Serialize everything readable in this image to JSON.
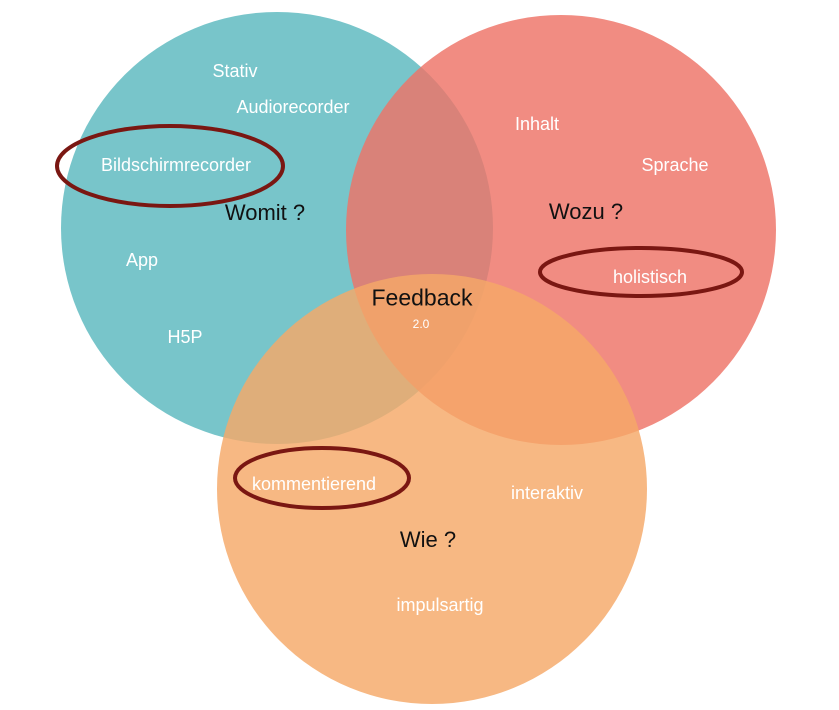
{
  "colors": {
    "circle_teal": "#6cc0c6",
    "circle_red": "#ee7366",
    "circle_orange": "#f5a868",
    "highlight_ring": "#7a1712",
    "item_text": "#ffffff",
    "heading_text": "#111111"
  },
  "circles": {
    "womit": {
      "heading": "Womit ?",
      "items": [
        "Stativ",
        "Audiorecorder",
        "Bildschirmrecorder",
        "App",
        "H5P"
      ]
    },
    "wozu": {
      "heading": "Wozu ?",
      "items": [
        "Inhalt",
        "Sprache",
        "holistisch"
      ]
    },
    "wie": {
      "heading": "Wie ?",
      "items": [
        "kommentierend",
        "interaktiv",
        "impulsartig"
      ]
    }
  },
  "center": {
    "title": "Feedback",
    "subtitle": "2.0"
  },
  "highlighted_items": [
    "Bildschirmrecorder",
    "holistisch",
    "kommentierend"
  ]
}
